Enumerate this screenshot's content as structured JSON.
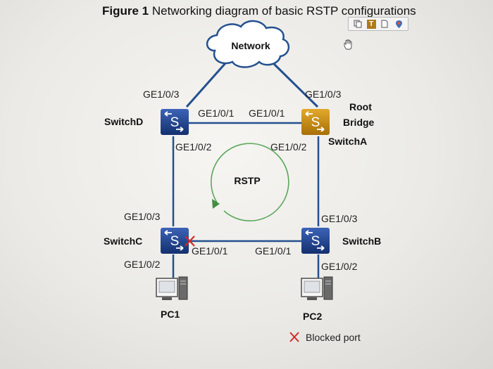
{
  "figure": {
    "title_prefix": "Figure 1",
    "title_text": " Networking diagram of basic RSTP configurations"
  },
  "toolbar": {
    "icons": [
      "copy-icon",
      "text-icon",
      "page-icon",
      "map-icon"
    ]
  },
  "network": {
    "label": "Network"
  },
  "switches": {
    "d": {
      "name": "SwitchD",
      "glyph": "S",
      "color": "#1f3f8f"
    },
    "a": {
      "name": "SwitchA",
      "glyph": "S",
      "color": "#c68a10",
      "role_line1": "Root",
      "role_line2": "Bridge"
    },
    "c": {
      "name": "SwitchC",
      "glyph": "S",
      "color": "#1f3f8f"
    },
    "b": {
      "name": "SwitchB",
      "glyph": "S",
      "color": "#1f3f8f"
    }
  },
  "ports": {
    "d_up": "GE1/0/3",
    "a_up": "GE1/0/3",
    "d_right": "GE1/0/1",
    "a_left": "GE1/0/1",
    "d_down": "GE1/0/2",
    "a_down": "GE1/0/2",
    "c_up": "GE1/0/3",
    "b_up": "GE1/0/3",
    "c_right": "GE1/0/1",
    "b_left": "GE1/0/1",
    "c_down": "GE1/0/2",
    "b_down": "GE1/0/2"
  },
  "rstp": {
    "label": "RSTP"
  },
  "pcs": {
    "pc1": "PC1",
    "pc2": "PC2"
  },
  "legend": {
    "blocked": "Blocked port",
    "blocked_color": "#d42a2a"
  }
}
